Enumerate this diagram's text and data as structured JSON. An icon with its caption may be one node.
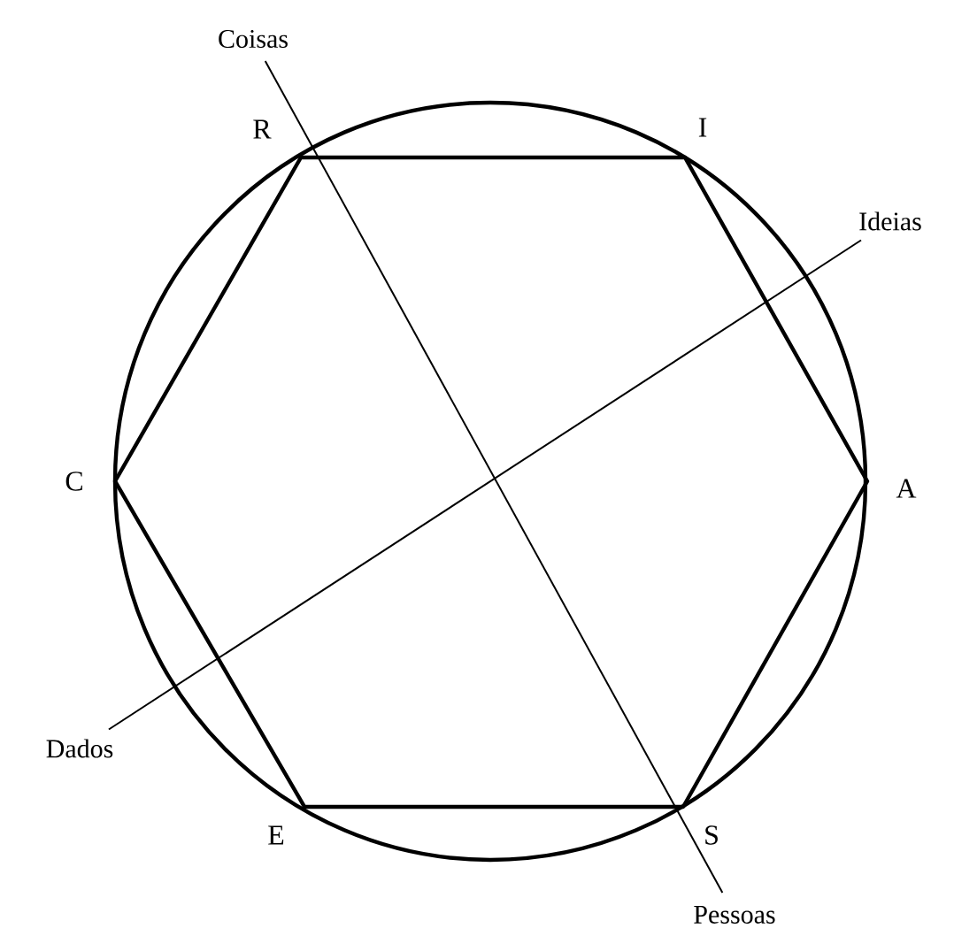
{
  "diagram": {
    "nodes": [
      {
        "text": [
          "Coisas"
        ]
      },
      {
        "text": [
          "Pessoas"
        ]
      },
      {
        "text": [
          "Ideias"
        ]
      },
      {
        "text": [
          "Dados"
        ]
      }
    ],
    "edges": [
      {
        "from": 0,
        "to": 1,
        "arrow": "none"
      },
      {
        "from": 2,
        "to": 3,
        "arrow": "none"
      }
    ],
    "labels": [
      "R",
      "I",
      "C",
      "A",
      "E",
      "S"
    ]
  }
}
